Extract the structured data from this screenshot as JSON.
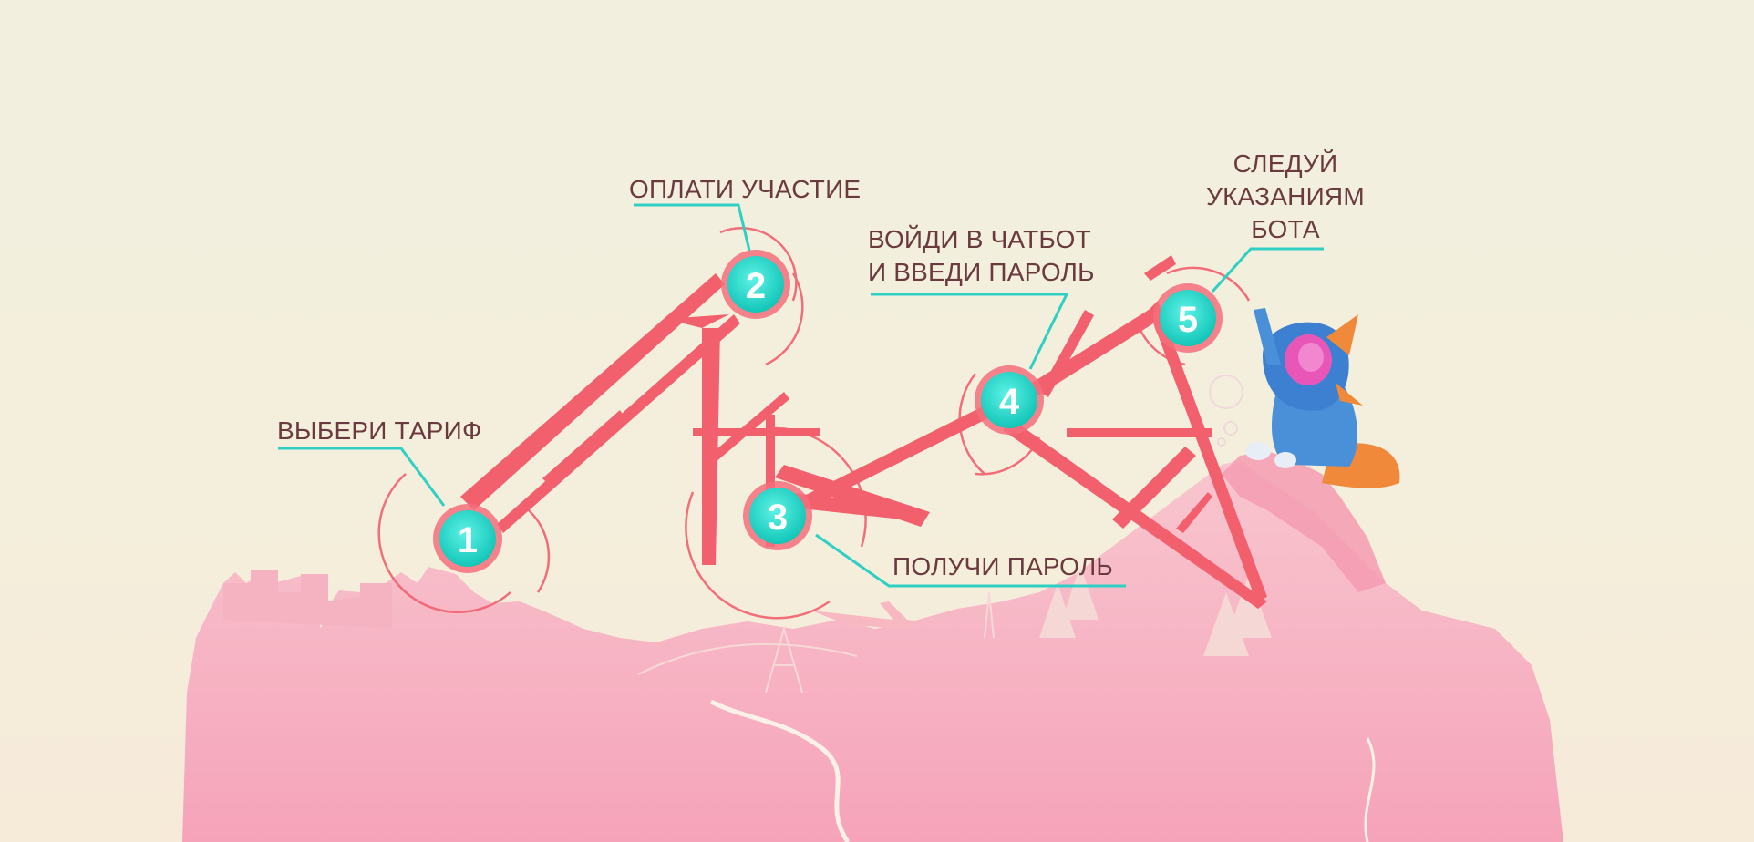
{
  "steps": [
    {
      "number": "1",
      "label": [
        "ВЫБЕРИ ТАРИФ"
      ]
    },
    {
      "number": "2",
      "label": [
        "ОПЛАТИ УЧАСТИЕ"
      ]
    },
    {
      "number": "3",
      "label": [
        "ПОЛУЧИ ПАРОЛЬ"
      ]
    },
    {
      "number": "4",
      "label": [
        "ВОЙДИ В ЧАТБОТ",
        "И ВВЕДИ ПАРОЛЬ"
      ]
    },
    {
      "number": "5",
      "label": [
        "СЛЕДУЙ",
        "УКАЗАНИЯМ",
        "БОТА"
      ]
    }
  ],
  "colors": {
    "background": "#f2efdf",
    "path": "#f2606e",
    "badge_fill": "#22d6c8",
    "badge_ring": "#f46f7c",
    "leader_line": "#2fd0c3",
    "label_text": "#6b3a3e",
    "landscape": "#f6a9bd"
  },
  "icons": {
    "mascot": "hooded-cat-mascot-icon"
  }
}
